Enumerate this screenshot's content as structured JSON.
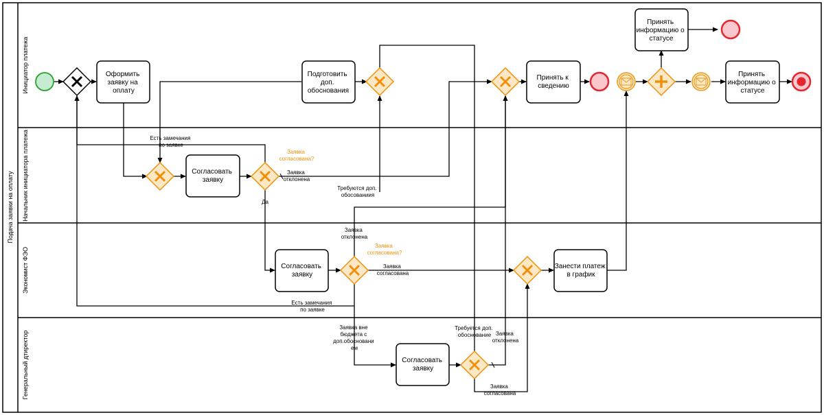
{
  "pool": {
    "title": "Подача заявки на оплату"
  },
  "lanes": [
    {
      "id": "initiator",
      "label": "Инициатор платежа"
    },
    {
      "id": "head",
      "label": "Начальник инициатора платежа"
    },
    {
      "id": "economist",
      "label": "Экономист ФЭО"
    },
    {
      "id": "director",
      "label": "Генеральный дтиректор"
    }
  ],
  "tasks": {
    "create_request": [
      "Оформить",
      "заявку на",
      "оплату"
    ],
    "prepare_justification": [
      "Подготовить",
      "доп.",
      "обоснования"
    ],
    "take_note": [
      "Принять к",
      "сведению"
    ],
    "receive_status_top": [
      "Принять",
      "информацию о",
      "статусе"
    ],
    "receive_status_right": [
      "Принять",
      "информацию о",
      "статусе"
    ],
    "head_approve": [
      "Согласовать",
      "заявку"
    ],
    "economist_approve": [
      "Согласовать",
      "заявку"
    ],
    "add_to_schedule": [
      "Занести платеж",
      "в график"
    ],
    "director_approve": [
      "Согласовать",
      "заявку"
    ]
  },
  "labels": {
    "head_remarks": [
      "Есть замечания",
      "по заявке"
    ],
    "head_question": [
      "Заявка",
      "согласована?"
    ],
    "head_rejected": [
      "Заявка",
      "отклонена"
    ],
    "head_yes": "Да",
    "need_justification": [
      "Требуются доп.",
      "обосованиия"
    ],
    "econ_rejected": [
      "Заявка",
      "отклонена"
    ],
    "econ_question": [
      "Заявка",
      "согласована?"
    ],
    "econ_approved": [
      "Заявка",
      "согласована"
    ],
    "econ_remarks": [
      "Есть замечания",
      "по заявке"
    ],
    "econ_out_of_budget": [
      "Заявка вне",
      "бюджета с",
      "доп.обосновани",
      "ем"
    ],
    "dir_need_justification": [
      "Требуется доп.",
      "обоснование"
    ],
    "dir_rejected": [
      "Заявка",
      "отклонена"
    ],
    "dir_approved": [
      "Заявка",
      "согласована"
    ]
  },
  "colors": {
    "start_fill": "#c5ecd0",
    "start_stroke": "#2aa02a",
    "end_fill": "#f9c8cf",
    "end_stroke": "#e8242c",
    "gateway_fill": "#fde8c6",
    "gateway_stroke": "#f0900a",
    "message_fill": "#fde8c6",
    "message_stroke": "#e89a1a",
    "line": "#000000"
  }
}
